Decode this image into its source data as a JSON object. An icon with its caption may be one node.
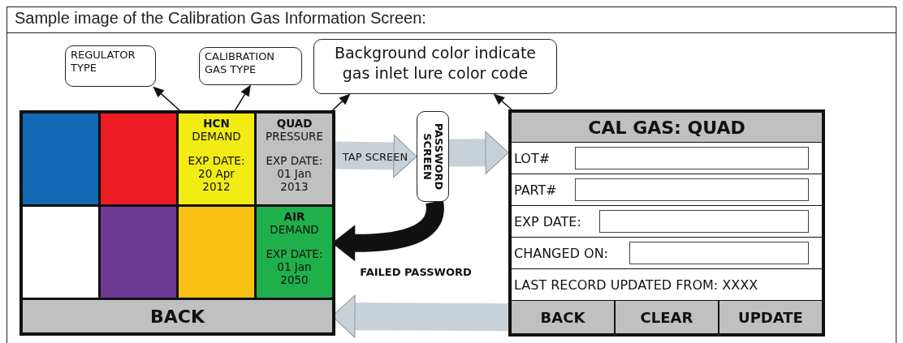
{
  "diagram": {
    "title": "Sample image of the Calibration Gas Information Screen:",
    "nodes": [
      {
        "text": [
          "REGULATOR TYPE"
        ]
      },
      {
        "text": [
          "CALIBRATION GAS TYPE"
        ]
      },
      {
        "text": [
          "Background color indicate gas inlet lure color code"
        ]
      },
      {
        "text": [],
        "shape": "box"
      },
      {
        "text": [],
        "shape": "box",
        "in": 3
      },
      {
        "text": [],
        "shape": "box",
        "in": 3
      },
      {
        "text": [
          "HCN",
          "DEMAND",
          "EXP DATE: 20 Apr 2012"
        ],
        "in": 3
      },
      {
        "text": [
          "QUAD",
          "PRESSURE",
          "EXP DATE: 01 Jan 2013"
        ],
        "in": 3
      },
      {
        "text": [],
        "shape": "box",
        "in": 3
      },
      {
        "text": [],
        "shape": "box",
        "in": 3
      },
      {
        "text": [],
        "shape": "box",
        "in": 3
      },
      {
        "text": [
          "AIR",
          "DEMAND",
          "EXP DATE: 01 Jan 2050"
        ],
        "in": 3
      },
      {
        "text": [
          "BACK"
        ],
        "in": 3
      },
      {
        "text": [
          "PASSWORD SCREEN"
        ]
      },
      {
        "text": [],
        "shape": "box"
      },
      {
        "text": [
          "CAL GAS: QUAD"
        ],
        "in": 14
      },
      {
        "text": [
          "LOT#"
        ],
        "in": 14
      },
      {
        "text": [
          "PART#"
        ],
        "in": 14
      },
      {
        "text": [
          "EXP DATE:"
        ],
        "in": 14
      },
      {
        "text": [
          "CHANGED ON:"
        ],
        "in": 14
      },
      {
        "text": [
          "LAST RECORD UPDATED FROM: XXXX"
        ],
        "in": 14
      },
      {
        "text": [
          "BACK"
        ],
        "in": 14
      },
      {
        "text": [
          "CLEAR"
        ],
        "in": 14
      },
      {
        "text": [
          "UPDATE"
        ],
        "in": 14
      }
    ],
    "edges": [
      {
        "from": 6,
        "to": 0,
        "arrow": "to"
      },
      {
        "from": 6,
        "to": 1,
        "arrow": "to"
      },
      {
        "from": 7,
        "to": 2,
        "arrow": "to"
      },
      {
        "from": 14,
        "to": 2,
        "arrow": "to"
      },
      {
        "from": 3,
        "to": 13,
        "arrow": "to",
        "label": "TAP SCREEN",
        "style": "thick",
        "color": "#c9d1d8"
      },
      {
        "from": 13,
        "to": 14,
        "arrow": "to",
        "style": "thick",
        "color": "#c9d1d8"
      },
      {
        "from": 13,
        "to": 11,
        "arrow": "to",
        "label": "FAILED PASSWORD",
        "style": "thick"
      },
      {
        "from": 14,
        "to": 12,
        "arrow": "to",
        "style": "thick",
        "color": "#c9d1d8"
      }
    ]
  }
}
